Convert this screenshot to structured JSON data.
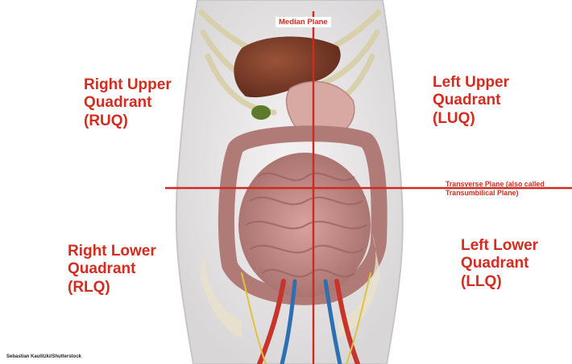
{
  "colors": {
    "accent_red": "#d62b1f",
    "plane_line": "#cf2a22",
    "skin": "#ece9ea",
    "intestine": "#c58a86",
    "liver": "#7a3a27",
    "stomach": "#d7a9a2"
  },
  "planes": {
    "median": "Median Plane",
    "transverse": "Transverse Plane (also called\nTransumbilical Plane)"
  },
  "quadrants": {
    "ruq": "Right Upper\nQuadrant\n(RUQ)",
    "luq": "Left Upper\nQuadrant\n(LUQ)",
    "rlq": "Right Lower\nQuadrant\n(RLQ)",
    "llq": "Left Lower\nQuadrant\n(LLQ)"
  },
  "credit": "Sebastian Kaulitzki/Shutterstock"
}
